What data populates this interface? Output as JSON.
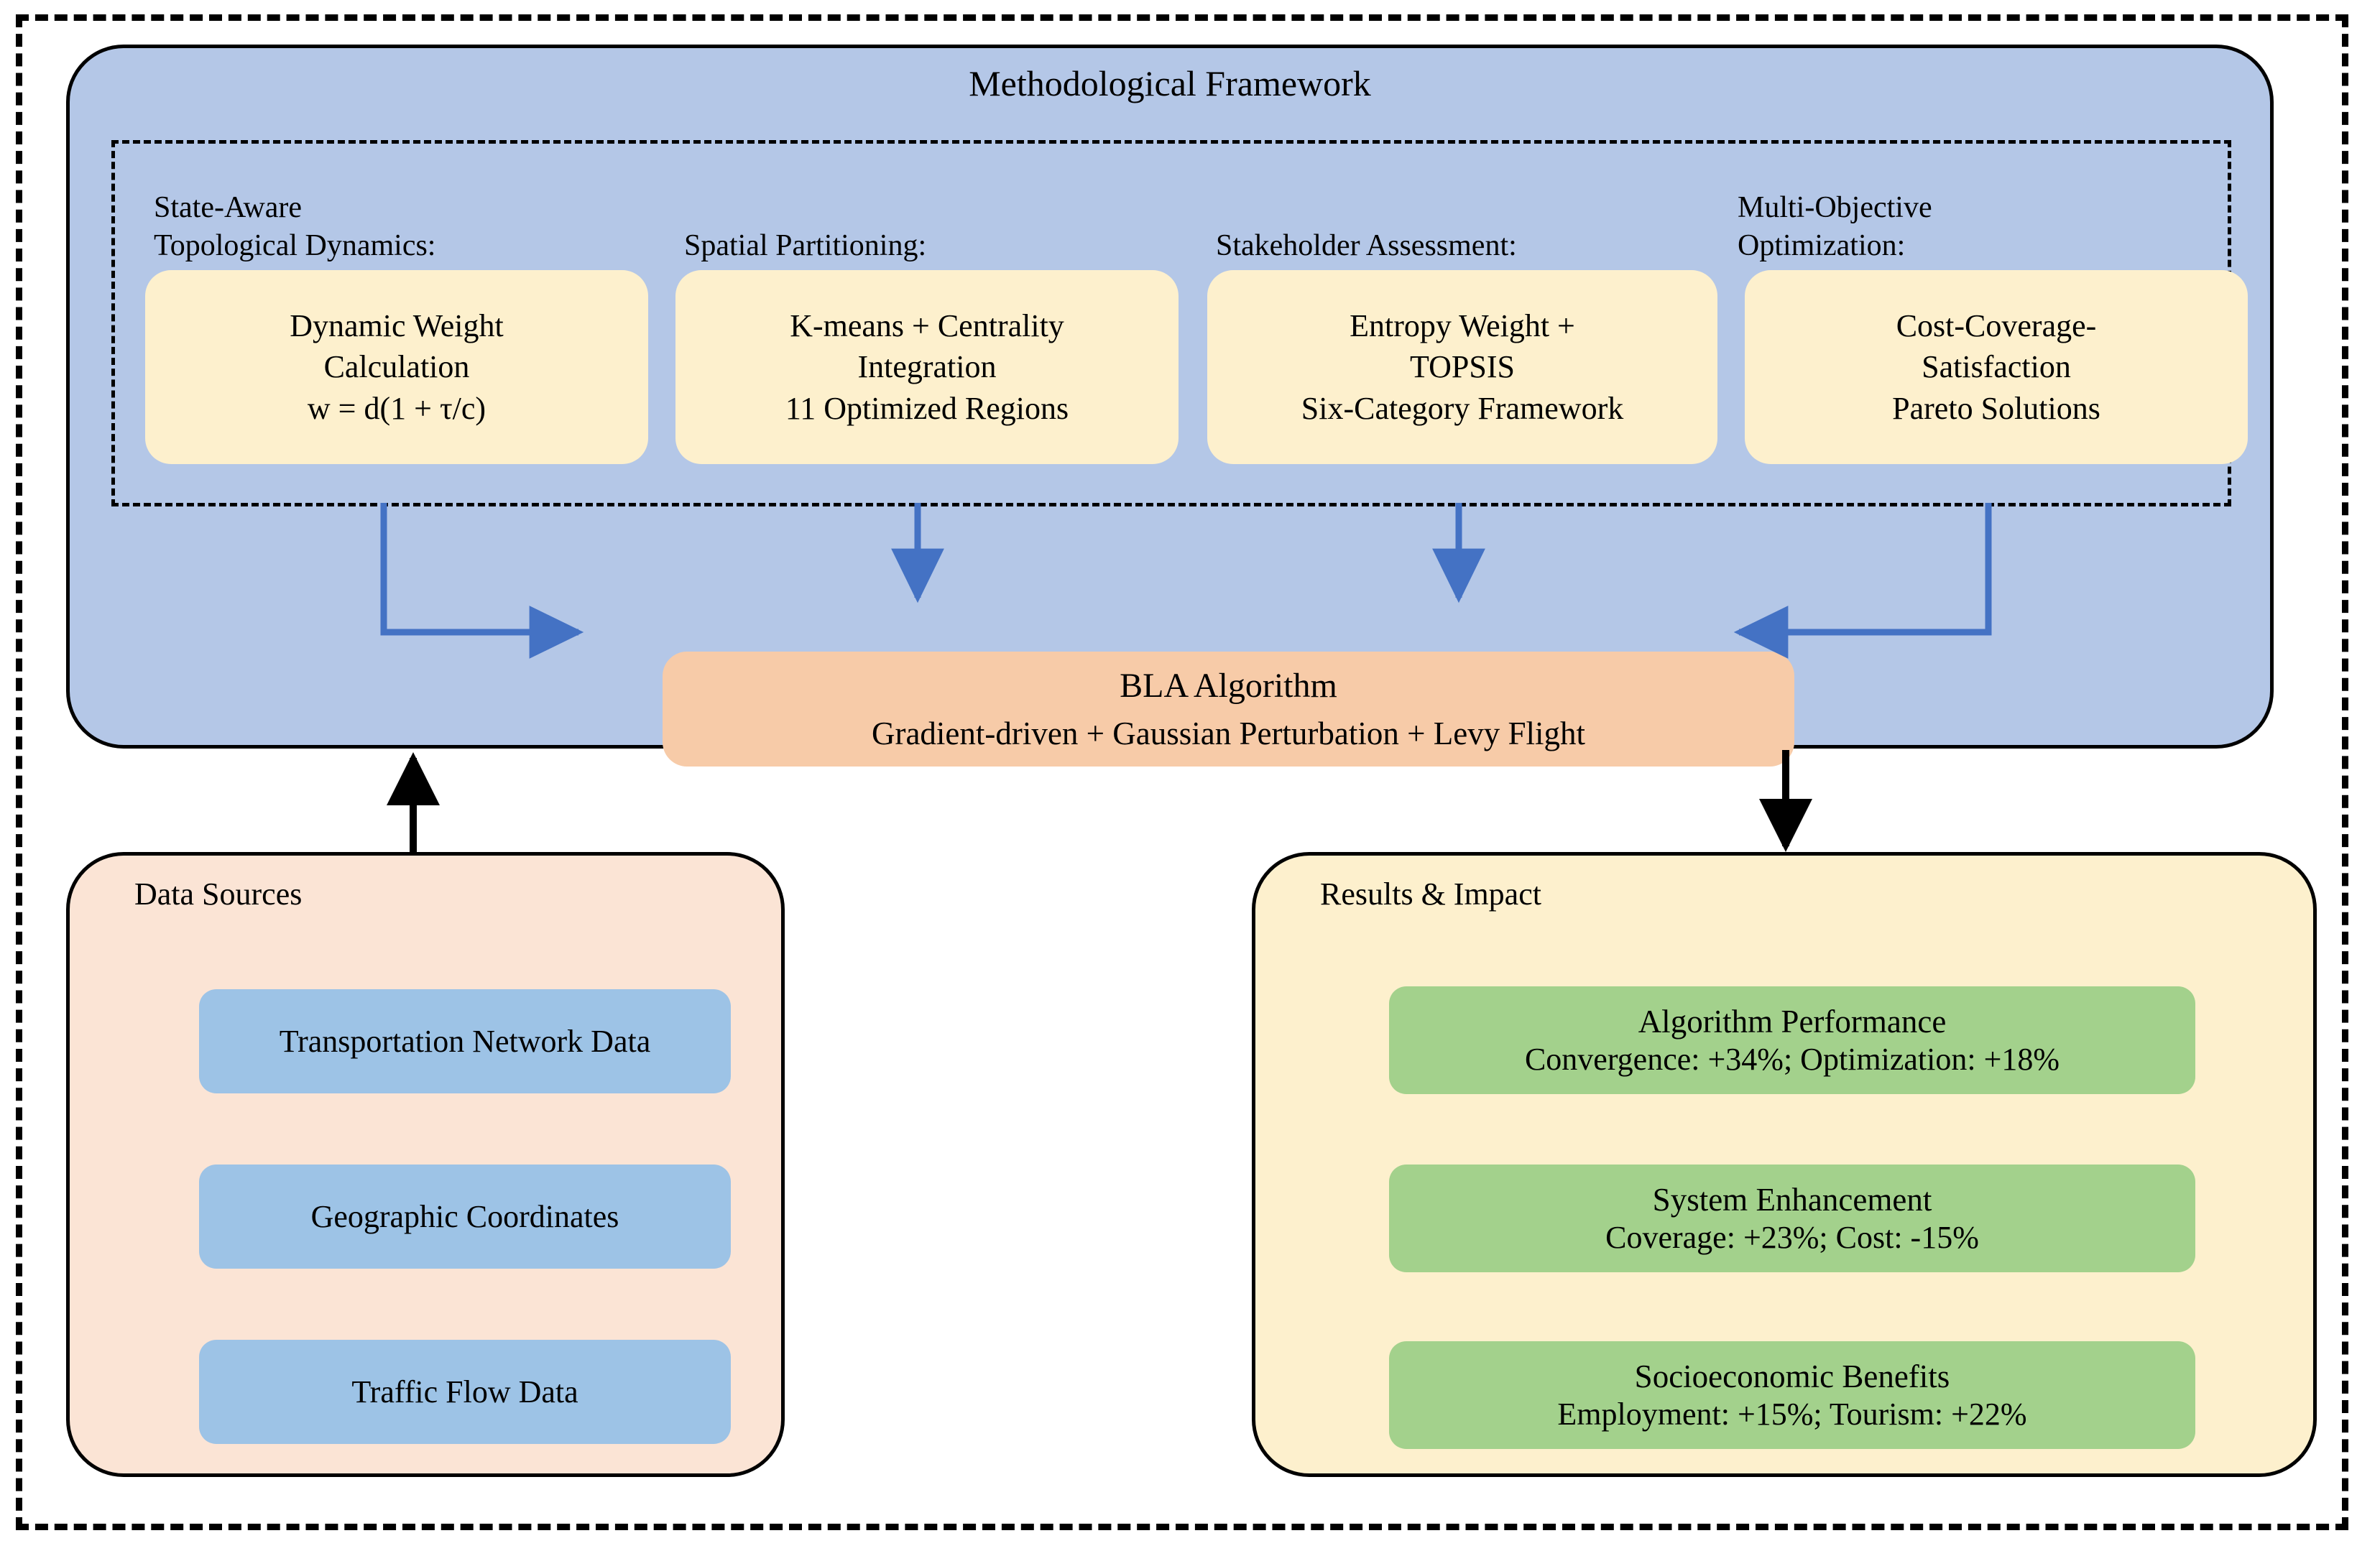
{
  "framework": {
    "title": "Methodological Framework",
    "columns": [
      {
        "label": "State-Aware\nTopological Dynamics:",
        "box": "Dynamic Weight\nCalculation\nw = d(1 + τ/c)"
      },
      {
        "label": "Spatial Partitioning:",
        "box": "K-means + Centrality\nIntegration\n11 Optimized Regions"
      },
      {
        "label": "Stakeholder Assessment:",
        "box": "Entropy Weight +\nTOPSIS\nSix-Category Framework"
      },
      {
        "label": "Multi-Objective\nOptimization:",
        "box": "Cost-Coverage-\nSatisfaction\nPareto Solutions"
      }
    ],
    "algorithm": {
      "title": "BLA Algorithm",
      "subtitle": "Gradient-driven + Gaussian Perturbation + Levy Flight"
    }
  },
  "data_sources": {
    "title": "Data Sources",
    "items": [
      "Transportation Network Data",
      "Geographic Coordinates",
      "Traffic Flow Data"
    ]
  },
  "results": {
    "title": "Results & Impact",
    "items": [
      {
        "heading": "Algorithm Performance",
        "detail": "Convergence: +34%; Optimization: +18%"
      },
      {
        "heading": "System Enhancement",
        "detail": "Coverage: +23%; Cost: -15%"
      },
      {
        "heading": "Socioeconomic Benefits",
        "detail": "Employment: +15%; Tourism: +22%"
      }
    ]
  },
  "colors": {
    "framework_fill": "#b4c7e7",
    "method_box_fill": "#fdf0cd",
    "algorithm_fill": "#f7cba8",
    "data_panel_fill": "#fbe4d5",
    "data_item_fill": "#9dc3e6",
    "results_panel_fill": "#fdf0cd",
    "results_item_fill": "#a3d18c",
    "connector_blue": "#4472c4",
    "connector_black": "#000000"
  }
}
